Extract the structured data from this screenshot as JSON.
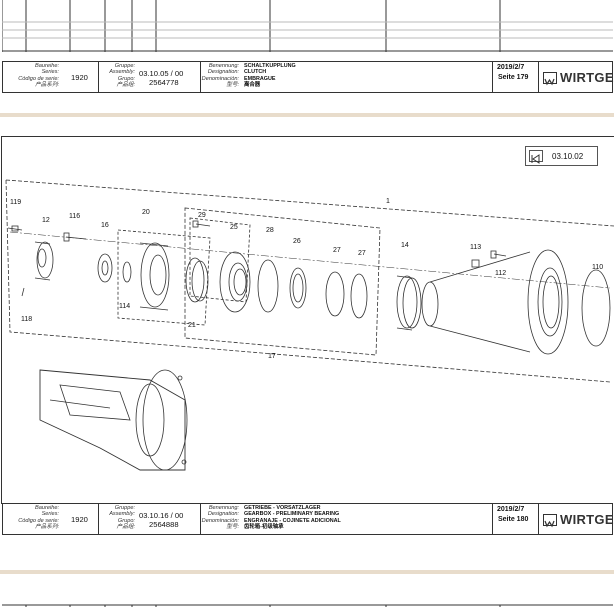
{
  "title_block_labels": {
    "series": [
      "Baureihe:",
      "Series:",
      "Código de serie:",
      "产品系列:"
    ],
    "group": [
      "Gruppe:",
      "Assembly:",
      "Grupo:",
      "产品组:"
    ],
    "designation": [
      "Benennung:",
      "Designation:",
      "Denominación:",
      "型号:"
    ]
  },
  "block1": {
    "series_value": "1920",
    "group_value": "03.10.05 / 00",
    "grupo_value": "2564778",
    "designation": [
      "SCHALTKUPPLUNG",
      "CLUTCH",
      "EMBRAGUE",
      "离合器"
    ],
    "date": "2019/2/7",
    "page": "Seite 179"
  },
  "block2": {
    "series_value": "1920",
    "group_value": "03.10.16 / 00",
    "grupo_value": "2564888",
    "designation": [
      "GETRIEBE - VORSATZLAGER",
      "GEARBOX - PRELIMINARY BEARING",
      "ENGRANAJE - COJINETE ADICIONAL",
      "齿轮箱-初级轴承"
    ],
    "date": "2019/2/7",
    "page": "Seite 180"
  },
  "brand": "WIRTGEN",
  "nav_reference": "03.10.02",
  "callouts": [
    "119",
    "12",
    "116",
    "16",
    "20",
    "29",
    "25",
    "28",
    "26",
    "27",
    "27",
    "1",
    "14",
    "113",
    "112",
    "110",
    "114",
    "21",
    "118",
    "17"
  ],
  "colors": {
    "band": "#e8dccb",
    "line": "#333333"
  }
}
